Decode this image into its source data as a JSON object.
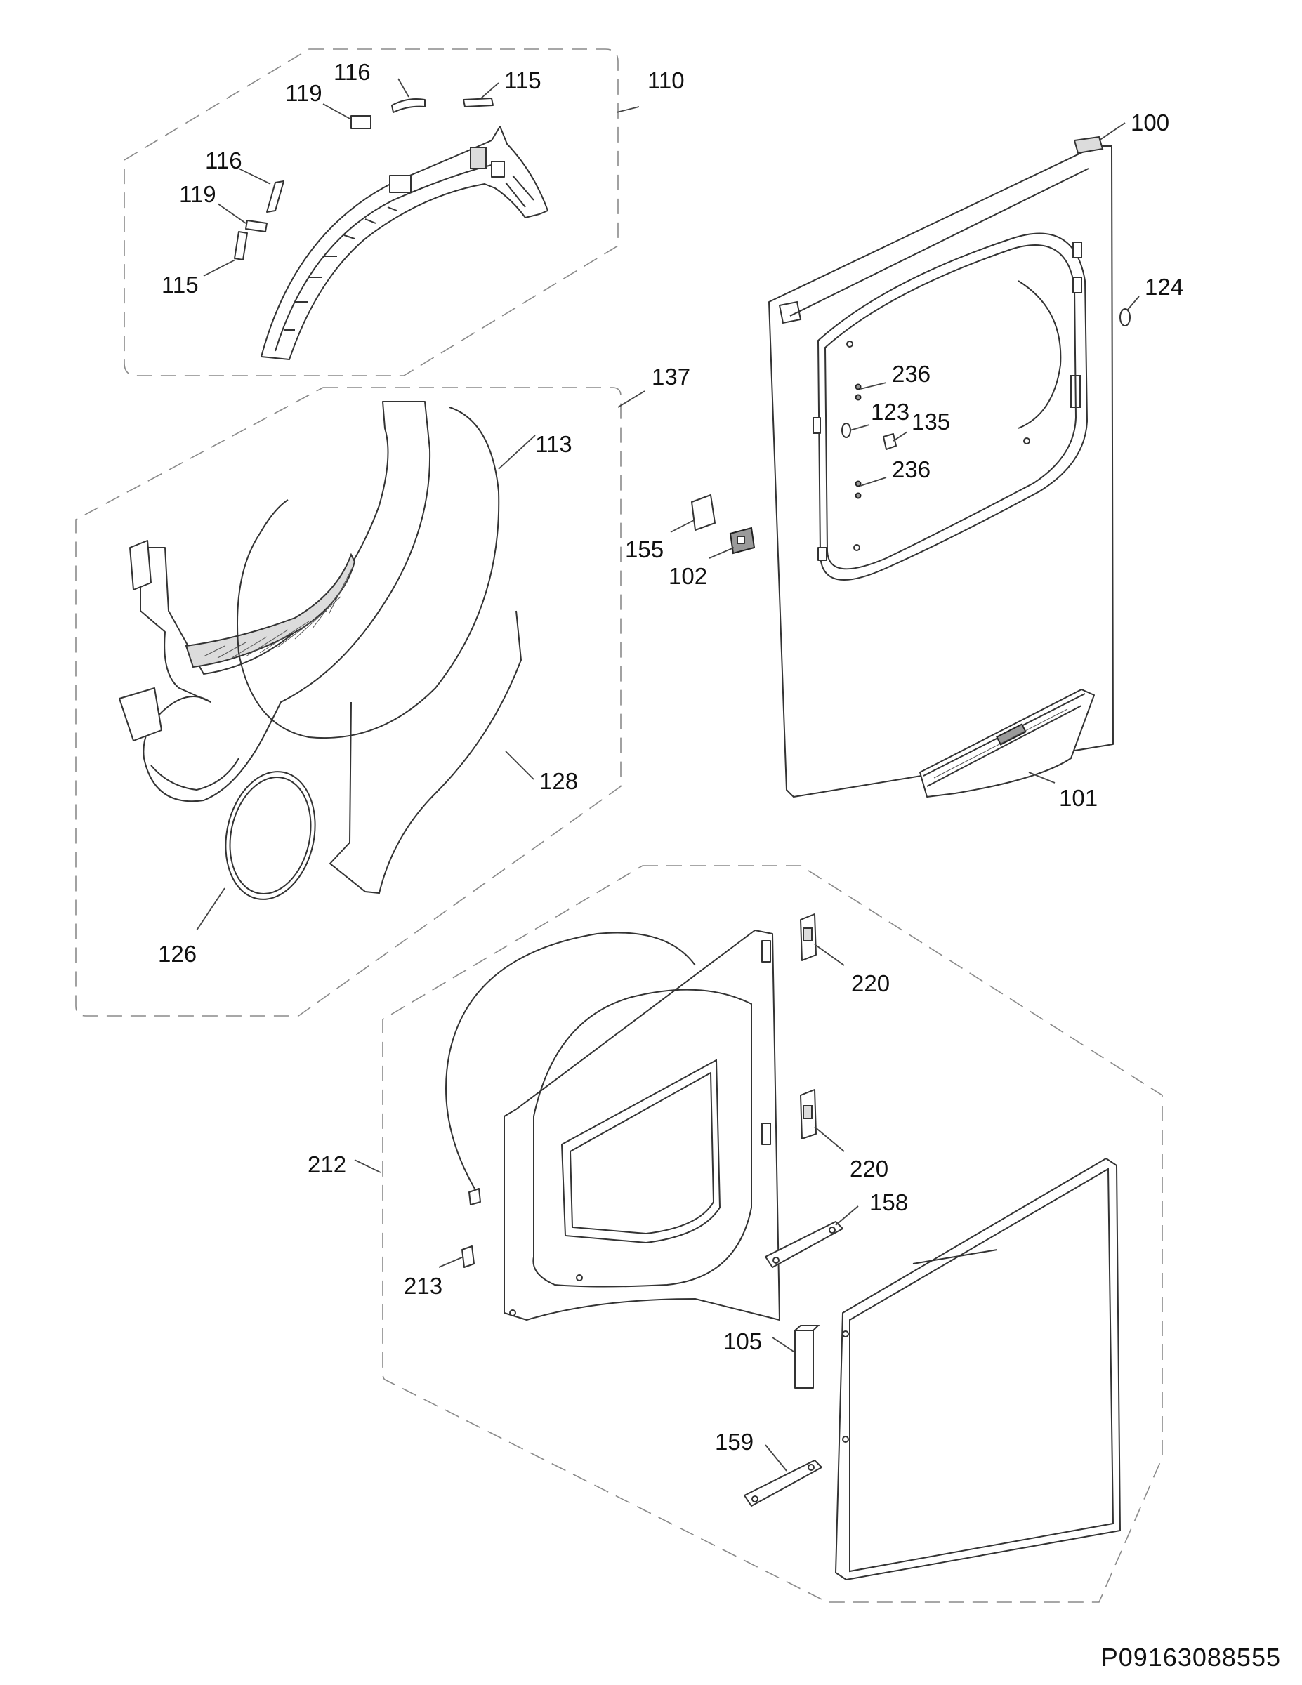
{
  "diagram_code": "P09163088555",
  "callouts": {
    "c110": "110",
    "c116a": "116",
    "c119a": "119",
    "c115a": "115",
    "c116b": "116",
    "c119b": "119",
    "c115b": "115",
    "c100": "100",
    "c124": "124",
    "c137": "137",
    "c113": "113",
    "c236a": "236",
    "c123": "123",
    "c135": "135",
    "c236b": "236",
    "c155": "155",
    "c102": "102",
    "c128": "128",
    "c101": "101",
    "c126": "126",
    "c220a": "220",
    "c212": "212",
    "c220b": "220",
    "c158": "158",
    "c213": "213",
    "c105": "105",
    "c159": "159"
  }
}
